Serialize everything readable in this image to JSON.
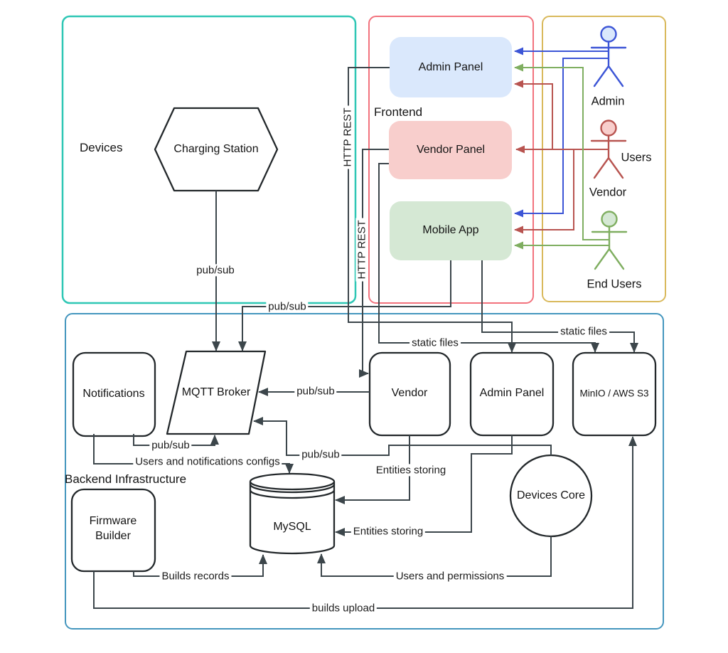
{
  "groups": {
    "devices": "Devices",
    "frontend": "Frontend",
    "users": "Users",
    "backend": "Backend Infrastructure"
  },
  "nodes": {
    "charging_station": "Charging Station",
    "admin_panel_frontend": "Admin Panel",
    "vendor_panel": "Vendor Panel",
    "mobile_app": "Mobile App",
    "notifications": "Notifications",
    "mqtt_broker": "MQTT Broker",
    "vendor_backend": "Vendor",
    "admin_panel_backend": "Admin Panel",
    "minio": "MinIO / AWS S3",
    "firmware_builder": "Firmware Builder",
    "mysql": "MySQL",
    "devices_core": "Devices Core"
  },
  "actors": {
    "admin": "Admin",
    "vendor": "Vendor",
    "end_users": "End Users"
  },
  "edges": {
    "station_mqtt": "pub/sub",
    "mobile_mqtt": "pub/sub",
    "admin_http": "HTTP REST",
    "vendor_http": "HTTP REST",
    "vendor_static": "static files",
    "mobile_static": "static files",
    "vendor_mqtt": "pub/sub",
    "notifications_mqtt": "pub/sub",
    "devicescore_mqtt": "pub/sub",
    "notifications_mysql": "Users and notifications configs",
    "vendor_mysql": "Entities storing",
    "adminbe_mysql": "Entities storing",
    "firmware_mysql": "Builds records",
    "devicescore_mysql": "Users and permissions",
    "firmware_minio": "builds upload"
  },
  "colors": {
    "devices_border": "#2fc7b5",
    "frontend_border": "#f2727d",
    "users_border": "#d9b95c",
    "backend_border": "#4496be",
    "admin_panel_fill": "#dae8fc",
    "vendor_panel_fill": "#f8cecc",
    "mobile_app_fill": "#d5e8d4",
    "admin_actor_color": "#3c55d6",
    "vendor_actor_color": "#b85450",
    "end_users_actor_color": "#7fae60",
    "line_color": "#3c464b"
  }
}
